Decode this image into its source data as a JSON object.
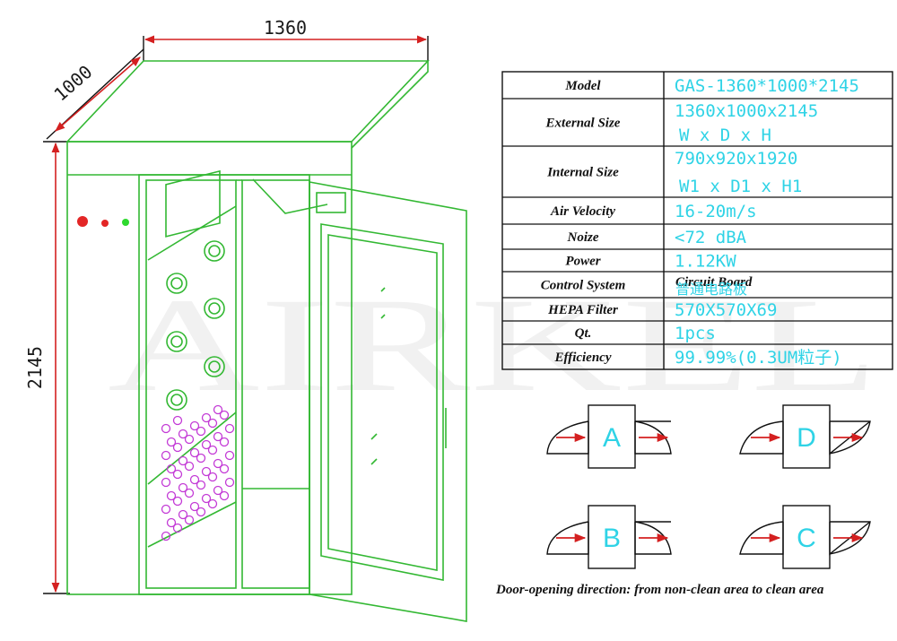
{
  "dimensions": {
    "width": "1360",
    "depth": "1000",
    "height": "2145"
  },
  "watermark": "AIRKEL",
  "specs": {
    "rows": [
      {
        "label": "Model",
        "value": "GAS-1360*1000*2145",
        "value2": ""
      },
      {
        "label": "External Size",
        "value": "1360x1000x2145",
        "value2": "W x D x H"
      },
      {
        "label": "Internal Size",
        "value": "790x920x1920",
        "value2": "W1 x D1 x H1"
      },
      {
        "label": "Air Velocity",
        "value": "16-20m/s",
        "value2": ""
      },
      {
        "label": "Noize",
        "value": "<72 dBA",
        "value2": ""
      },
      {
        "label": "Power",
        "value": "1.12KW",
        "value2": ""
      },
      {
        "label": "Control System",
        "value": "Circuit Board",
        "value2": "普通电路板"
      },
      {
        "label": "HEPA Filter",
        "value": "570X570X69",
        "value2": ""
      },
      {
        "label": "Qt.",
        "value": "1pcs",
        "value2": ""
      },
      {
        "label": "Efficiency",
        "value": "99.99%(0.3UM粒子)",
        "value2": ""
      }
    ]
  },
  "door_options": [
    "A",
    "D",
    "B",
    "C"
  ],
  "caption": "Door-opening direction: from non-clean area to clean area",
  "colors": {
    "outline": "#33b833",
    "spec_text": "#2fd3e6",
    "arrow": "#d42020",
    "dimension": "#d42020"
  }
}
